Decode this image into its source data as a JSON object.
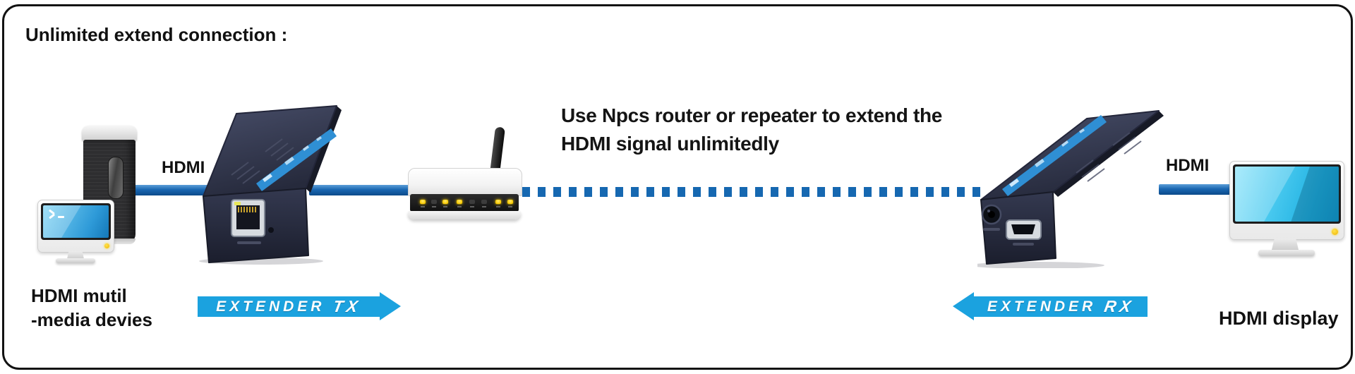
{
  "title": "Unlimited extend connection :",
  "note": {
    "line1": "Use Npcs router or repeater to extend the",
    "line2": "HDMI signal unlimitedly"
  },
  "labels": {
    "hdmi_left": "HDMI",
    "hdmi_right": "HDMI",
    "source_line1": "HDMI mutil",
    "source_line2": "-media devies",
    "display": "HDMI display"
  },
  "banners": {
    "tx": {
      "word": "EXTENDER",
      "suffix": "TX"
    },
    "rx": {
      "word": "EXTENDER",
      "suffix": "RX"
    }
  },
  "colors": {
    "cable_blue": "#1A67B2",
    "dash_blue": "#1668B1",
    "banner_blue": "#1BA2DF",
    "device_dark": "#262A3C",
    "accent_stripe": "#2F8FD4",
    "led_yellow": "#FFD400",
    "screen_blue_left": "#3FA9E0",
    "screen_blue_right": "#3BBCE9"
  }
}
